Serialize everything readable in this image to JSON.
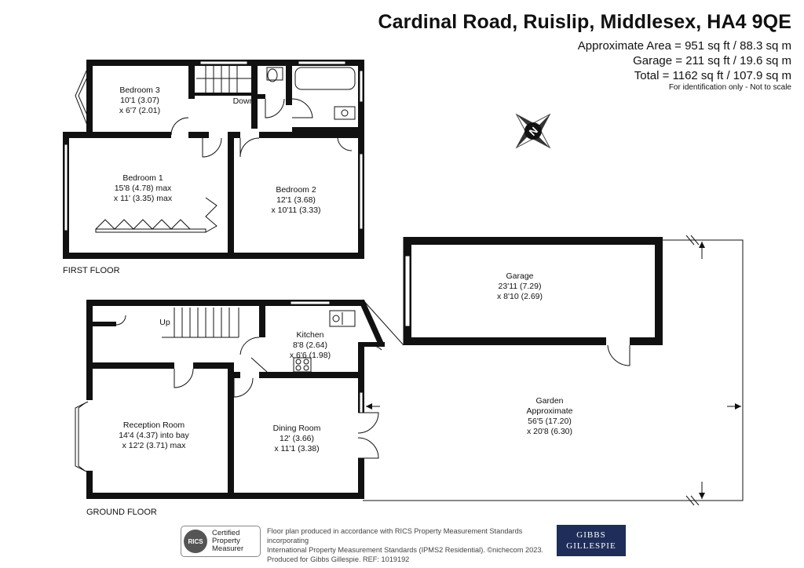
{
  "header": {
    "title": "Cardinal Road, Ruislip, Middlesex, HA4 9QE",
    "area_lines": [
      "Approximate Area = 951 sq ft / 88.3 sq m",
      "Garage = 211 sq ft / 19.6 sq m",
      "Total = 1162 sq ft / 107.9 sq m"
    ],
    "disclaimer": "For identification only - Not to scale"
  },
  "compass": {
    "label": "N",
    "icon": "compass-icon"
  },
  "floors": {
    "first": "FIRST FLOOR",
    "ground": "GROUND FLOOR"
  },
  "rooms": {
    "bedroom3": {
      "name": "Bedroom 3",
      "dims": [
        "10'1 (3.07)",
        "x 6'7 (2.01)"
      ]
    },
    "bedroom1": {
      "name": "Bedroom 1",
      "dims": [
        "15'8 (4.78) max",
        "x 11' (3.35) max"
      ]
    },
    "bedroom2": {
      "name": "Bedroom 2",
      "dims": [
        "12'1 (3.68)",
        "x 10'11 (3.33)"
      ]
    },
    "garage": {
      "name": "Garage",
      "dims": [
        "23'11 (7.29)",
        "x 8'10 (2.69)"
      ]
    },
    "kitchen": {
      "name": "Kitchen",
      "dims": [
        "8'8 (2.64)",
        "x 6'6 (1.98)"
      ]
    },
    "reception": {
      "name": "Reception Room",
      "dims": [
        "14'4 (4.37) into bay",
        "x 12'2 (3.71) max"
      ]
    },
    "dining": {
      "name": "Dining Room",
      "dims": [
        "12' (3.66)",
        "x 11'1 (3.38)"
      ]
    },
    "garden": {
      "name": "Garden",
      "dims": [
        "Approximate",
        "56'5 (17.20)",
        "x 20'8 (6.30)"
      ]
    }
  },
  "stairs": {
    "down": "Down",
    "up": "Up"
  },
  "footer": {
    "badge_logo": "RICS",
    "badge_lines": [
      "Certified",
      "Property",
      "Measurer"
    ],
    "note_lines": [
      "Floor plan produced in accordance with RICS Property Measurement Standards incorporating",
      "International Property Measurement Standards (IPMS2 Residential).  ©nichecom 2023.",
      "Produced for Gibbs Gillespie.   REF: 1019192"
    ],
    "brand_lines": [
      "GIBBS",
      "GILLESPIE"
    ]
  },
  "colors": {
    "wall": "#111111",
    "brand": "#1f2d5a"
  }
}
